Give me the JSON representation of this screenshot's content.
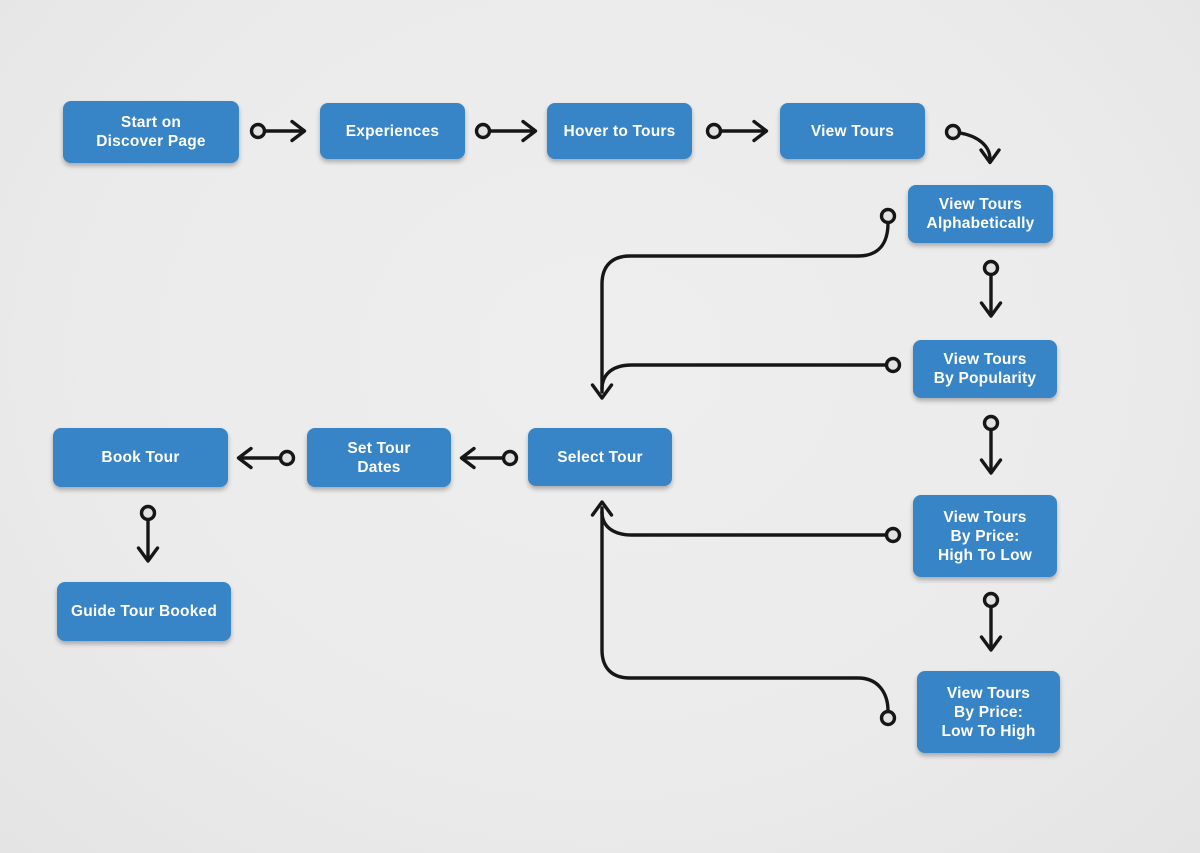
{
  "colors": {
    "background": "#ebebeb",
    "node_fill": "#3784c6",
    "node_text": "#ffffff",
    "connector": "#161616",
    "connector_dot_fill": "#e2e2e2"
  },
  "nodes": [
    {
      "id": "start-discover",
      "label": "Start on\nDiscover Page"
    },
    {
      "id": "experiences",
      "label": "Experiences"
    },
    {
      "id": "hover-to-tours",
      "label": "Hover to Tours"
    },
    {
      "id": "view-tours",
      "label": "View Tours"
    },
    {
      "id": "view-alphabetically",
      "label": "View Tours\nAlphabetically"
    },
    {
      "id": "view-by-popularity",
      "label": "View Tours\nBy Popularity"
    },
    {
      "id": "view-price-high-low",
      "label": "View Tours\nBy Price:\nHigh To Low"
    },
    {
      "id": "view-price-low-high",
      "label": "View Tours\nBy Price:\nLow To High"
    },
    {
      "id": "select-tour",
      "label": "Select Tour"
    },
    {
      "id": "set-tour-dates",
      "label": "Set Tour\nDates"
    },
    {
      "id": "book-tour",
      "label": "Book Tour"
    },
    {
      "id": "guide-tour-booked",
      "label": "Guide Tour Booked"
    }
  ]
}
